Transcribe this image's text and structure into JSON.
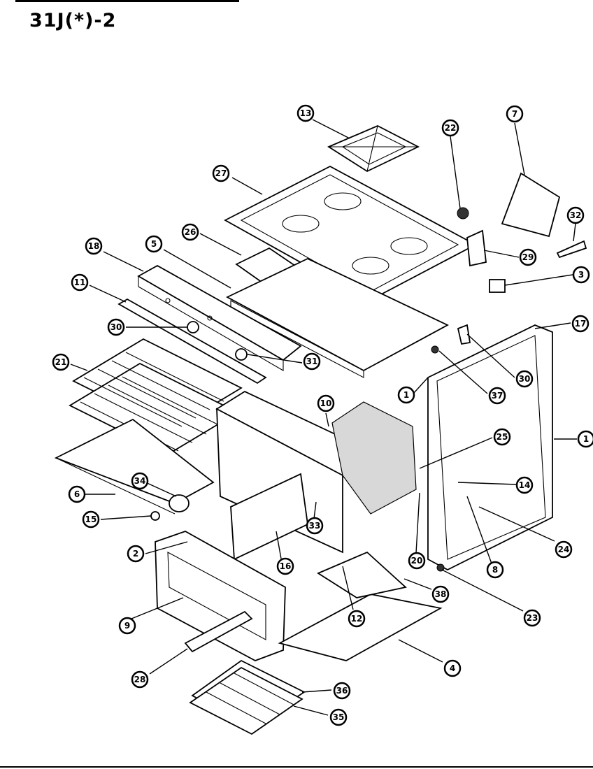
{
  "title": "31J(*)-2",
  "callouts": [
    {
      "id": "13",
      "label": "13"
    },
    {
      "id": "22",
      "label": "22"
    },
    {
      "id": "7",
      "label": "7"
    },
    {
      "id": "27",
      "label": "27"
    },
    {
      "id": "32",
      "label": "32"
    },
    {
      "id": "26",
      "label": "26"
    },
    {
      "id": "18",
      "label": "18"
    },
    {
      "id": "5",
      "label": "5"
    },
    {
      "id": "29",
      "label": "29"
    },
    {
      "id": "3",
      "label": "3"
    },
    {
      "id": "11",
      "label": "11"
    },
    {
      "id": "17",
      "label": "17"
    },
    {
      "id": "30a",
      "label": "30"
    },
    {
      "id": "30b",
      "label": "30"
    },
    {
      "id": "21",
      "label": "21"
    },
    {
      "id": "31",
      "label": "31"
    },
    {
      "id": "1",
      "label": "1"
    },
    {
      "id": "37",
      "label": "37"
    },
    {
      "id": "10",
      "label": "10"
    },
    {
      "id": "25",
      "label": "25"
    },
    {
      "id": "19",
      "label": "1"
    },
    {
      "id": "34",
      "label": "34"
    },
    {
      "id": "14",
      "label": "14"
    },
    {
      "id": "6",
      "label": "6"
    },
    {
      "id": "15",
      "label": "15"
    },
    {
      "id": "33",
      "label": "33"
    },
    {
      "id": "24",
      "label": "24"
    },
    {
      "id": "2",
      "label": "2"
    },
    {
      "id": "16",
      "label": "16"
    },
    {
      "id": "20",
      "label": "20"
    },
    {
      "id": "8",
      "label": "8"
    },
    {
      "id": "38a",
      "label": "38"
    },
    {
      "id": "9",
      "label": "9"
    },
    {
      "id": "12",
      "label": "12"
    },
    {
      "id": "23",
      "label": "23"
    },
    {
      "id": "4",
      "label": "4"
    },
    {
      "id": "28",
      "label": "28"
    },
    {
      "id": "36",
      "label": "36"
    },
    {
      "id": "35",
      "label": "35"
    }
  ]
}
